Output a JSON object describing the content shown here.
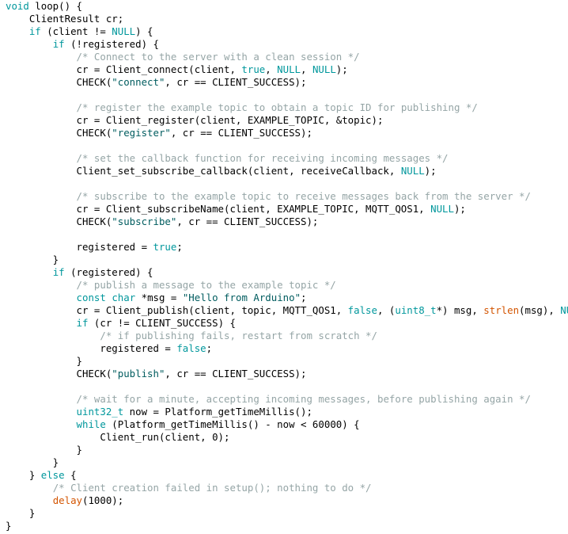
{
  "editor": {
    "colors": {
      "background": "#ffffff",
      "plain": "#000000",
      "keyword": "#00979c",
      "function": "#d35400",
      "string": "#005c5f",
      "comment": "#95a5a6"
    },
    "lines": [
      [
        [
          "kw",
          "void"
        ],
        [
          "pl",
          " loop() {"
        ]
      ],
      [
        [
          "pl",
          "    ClientResult cr;"
        ]
      ],
      [
        [
          "pl",
          "    "
        ],
        [
          "kw",
          "if"
        ],
        [
          "pl",
          " (client != "
        ],
        [
          "kw",
          "NULL"
        ],
        [
          "pl",
          ") {"
        ]
      ],
      [
        [
          "pl",
          "        "
        ],
        [
          "kw",
          "if"
        ],
        [
          "pl",
          " (!registered) {"
        ]
      ],
      [
        [
          "pl",
          "            "
        ],
        [
          "cm",
          "/* Connect to the server with a clean session */"
        ]
      ],
      [
        [
          "pl",
          "            cr = Client_connect(client, "
        ],
        [
          "kw",
          "true"
        ],
        [
          "pl",
          ", "
        ],
        [
          "kw",
          "NULL"
        ],
        [
          "pl",
          ", "
        ],
        [
          "kw",
          "NULL"
        ],
        [
          "pl",
          ");"
        ]
      ],
      [
        [
          "pl",
          "            CHECK("
        ],
        [
          "str",
          "\"connect\""
        ],
        [
          "pl",
          ", cr == CLIENT_SUCCESS);"
        ]
      ],
      [
        [
          "pl",
          ""
        ]
      ],
      [
        [
          "pl",
          "            "
        ],
        [
          "cm",
          "/* register the example topic to obtain a topic ID for publishing */"
        ]
      ],
      [
        [
          "pl",
          "            cr = Client_register(client, EXAMPLE_TOPIC, &topic);"
        ]
      ],
      [
        [
          "pl",
          "            CHECK("
        ],
        [
          "str",
          "\"register\""
        ],
        [
          "pl",
          ", cr == CLIENT_SUCCESS);"
        ]
      ],
      [
        [
          "pl",
          ""
        ]
      ],
      [
        [
          "pl",
          "            "
        ],
        [
          "cm",
          "/* set the callback function for receiving incoming messages */"
        ]
      ],
      [
        [
          "pl",
          "            Client_set_subscribe_callback(client, receiveCallback, "
        ],
        [
          "kw",
          "NULL"
        ],
        [
          "pl",
          ");"
        ]
      ],
      [
        [
          "pl",
          ""
        ]
      ],
      [
        [
          "pl",
          "            "
        ],
        [
          "cm",
          "/* subscribe to the example topic to receive messages back from the server */"
        ]
      ],
      [
        [
          "pl",
          "            cr = Client_subscribeName(client, EXAMPLE_TOPIC, MQTT_QOS1, "
        ],
        [
          "kw",
          "NULL"
        ],
        [
          "pl",
          ");"
        ]
      ],
      [
        [
          "pl",
          "            CHECK("
        ],
        [
          "str",
          "\"subscribe\""
        ],
        [
          "pl",
          ", cr == CLIENT_SUCCESS);"
        ]
      ],
      [
        [
          "pl",
          ""
        ]
      ],
      [
        [
          "pl",
          "            registered = "
        ],
        [
          "kw",
          "true"
        ],
        [
          "pl",
          ";"
        ]
      ],
      [
        [
          "pl",
          "        }"
        ]
      ],
      [
        [
          "pl",
          "        "
        ],
        [
          "kw",
          "if"
        ],
        [
          "pl",
          " (registered) {"
        ]
      ],
      [
        [
          "pl",
          "            "
        ],
        [
          "cm",
          "/* publish a message to the example topic */"
        ]
      ],
      [
        [
          "pl",
          "            "
        ],
        [
          "kw",
          "const"
        ],
        [
          "pl",
          " "
        ],
        [
          "kw",
          "char"
        ],
        [
          "pl",
          " *msg = "
        ],
        [
          "str",
          "\"Hello from Arduino\""
        ],
        [
          "pl",
          ";"
        ]
      ],
      [
        [
          "pl",
          "            cr = Client_publish(client, topic, MQTT_QOS1, "
        ],
        [
          "kw",
          "false"
        ],
        [
          "pl",
          ", ("
        ],
        [
          "kw",
          "uint8_t"
        ],
        [
          "pl",
          "*) msg, "
        ],
        [
          "fn",
          "strlen"
        ],
        [
          "pl",
          "(msg), "
        ],
        [
          "kw",
          "NULL"
        ],
        [
          "pl",
          ");"
        ]
      ],
      [
        [
          "pl",
          "            "
        ],
        [
          "kw",
          "if"
        ],
        [
          "pl",
          " (cr != CLIENT_SUCCESS) {"
        ]
      ],
      [
        [
          "pl",
          "                "
        ],
        [
          "cm",
          "/* if publishing fails, restart from scratch */"
        ]
      ],
      [
        [
          "pl",
          "                registered = "
        ],
        [
          "kw",
          "false"
        ],
        [
          "pl",
          ";"
        ]
      ],
      [
        [
          "pl",
          "            }"
        ]
      ],
      [
        [
          "pl",
          "            CHECK("
        ],
        [
          "str",
          "\"publish\""
        ],
        [
          "pl",
          ", cr == CLIENT_SUCCESS);"
        ]
      ],
      [
        [
          "pl",
          ""
        ]
      ],
      [
        [
          "pl",
          "            "
        ],
        [
          "cm",
          "/* wait for a minute, accepting incoming messages, before publishing again */"
        ]
      ],
      [
        [
          "pl",
          "            "
        ],
        [
          "kw",
          "uint32_t"
        ],
        [
          "pl",
          " now = Platform_getTimeMillis();"
        ]
      ],
      [
        [
          "pl",
          "            "
        ],
        [
          "kw",
          "while"
        ],
        [
          "pl",
          " (Platform_getTimeMillis() - now < 60000) {"
        ]
      ],
      [
        [
          "pl",
          "                Client_run(client, 0);"
        ]
      ],
      [
        [
          "pl",
          "            }"
        ]
      ],
      [
        [
          "pl",
          "        }"
        ]
      ],
      [
        [
          "pl",
          "    } "
        ],
        [
          "kw",
          "else"
        ],
        [
          "pl",
          " {"
        ]
      ],
      [
        [
          "pl",
          "        "
        ],
        [
          "cm",
          "/* Client creation failed in setup(); nothing to do */"
        ]
      ],
      [
        [
          "pl",
          "        "
        ],
        [
          "fn",
          "delay"
        ],
        [
          "pl",
          "(1000);"
        ]
      ],
      [
        [
          "pl",
          "    }"
        ]
      ],
      [
        [
          "pl",
          "}"
        ]
      ]
    ]
  }
}
